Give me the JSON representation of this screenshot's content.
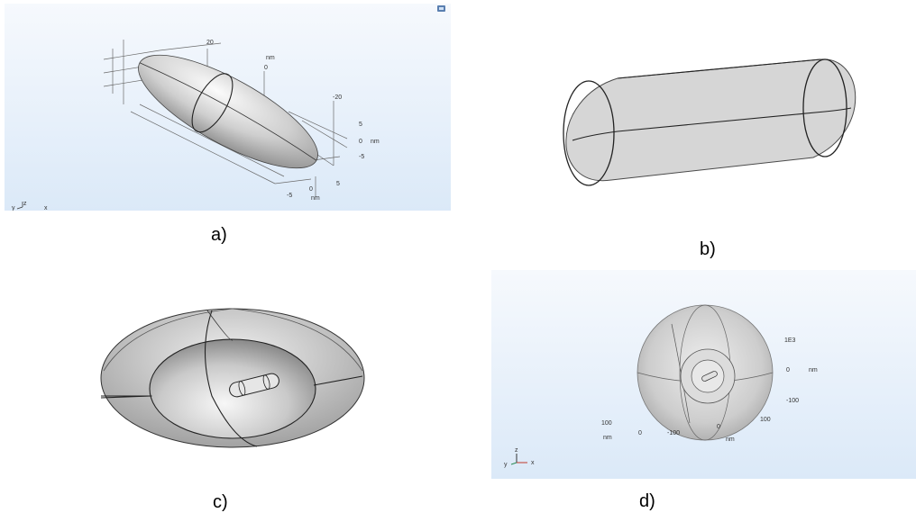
{
  "figure": {
    "panels": [
      {
        "id": "a",
        "caption": "a)",
        "shape": "ellipsoid nanoparticle",
        "background": "viewport-gradient",
        "axis_labels": [
          "20",
          "nm",
          "0",
          "-20",
          "5",
          "0",
          "nm",
          "-5",
          "5",
          "0",
          "-5",
          "nm"
        ],
        "triad": {
          "z": "z",
          "y": "y",
          "x": "x"
        }
      },
      {
        "id": "b",
        "caption": "b)",
        "shape": "capsule (cylinder with hemispherical caps)",
        "background": "white"
      },
      {
        "id": "c",
        "caption": "c)",
        "shape": "cut-away spherical shells with capsule at center",
        "background": "white"
      },
      {
        "id": "d",
        "caption": "d)",
        "shape": "spherical domain with nested shells",
        "background": "viewport-gradient",
        "axis_labels": [
          "1E3",
          "0",
          "nm",
          "-100",
          "100",
          "nm",
          "0",
          "-100",
          "0",
          "100",
          "nm"
        ],
        "triad": {
          "z": "z",
          "y": "y",
          "x": "x"
        }
      }
    ],
    "colors": {
      "viewport_top": "#f6f9fd",
      "viewport_bottom": "#dbe9f8",
      "surface_light": "#f2f2f2",
      "surface_dark": "#9a9a9a",
      "edge": "#222222"
    }
  }
}
